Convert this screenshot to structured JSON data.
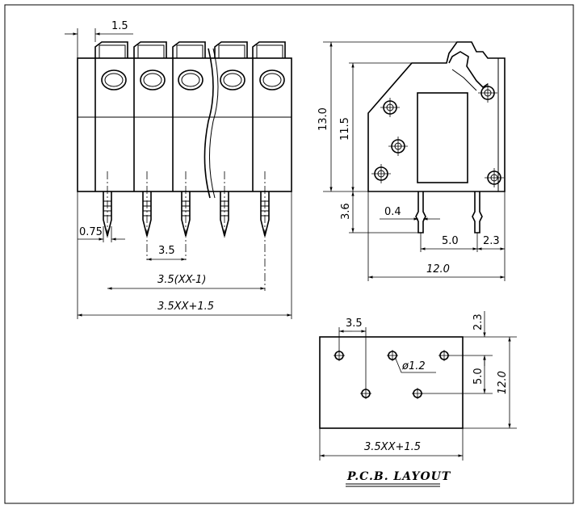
{
  "front_view": {
    "dim_pitch_top": "1.5",
    "dim_pin_width": "0.75",
    "dim_pitch": "3.5",
    "dim_span": "3.5(XX-1)",
    "dim_total": "3.5XX+1.5"
  },
  "side_view": {
    "dim_overall_height": "13.0",
    "dim_body_height": "11.5",
    "dim_pin_length": "3.6",
    "dim_pin_thickness": "0.4",
    "dim_pin_spacing": "5.0",
    "dim_pin_edge": "2.3",
    "dim_depth": "12.0"
  },
  "pcb_layout": {
    "title": "P.C.B. LAYOUT",
    "dim_pitch": "3.5",
    "dim_hole": "ø1.2",
    "dim_top_offset": "2.3",
    "dim_row_spacing": "5.0",
    "dim_depth": "12.0",
    "dim_width": "3.5XX+1.5"
  }
}
